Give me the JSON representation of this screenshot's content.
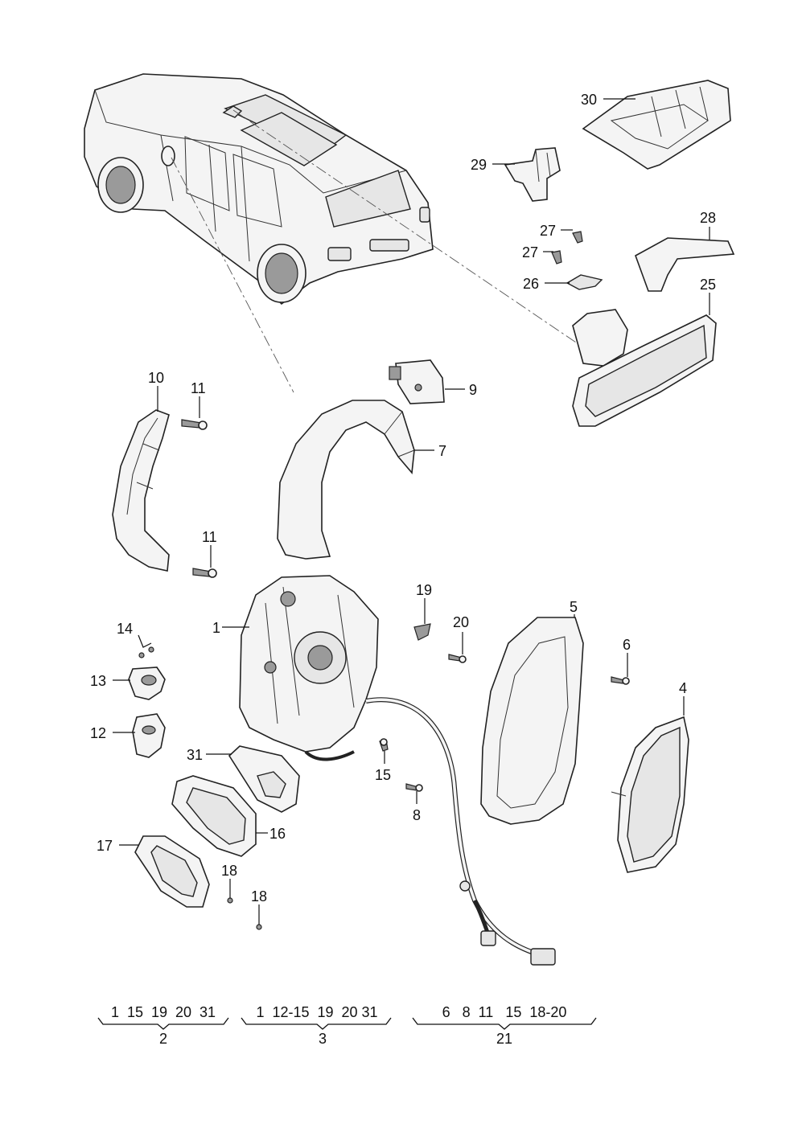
{
  "callouts": [
    {
      "id": "c30",
      "label": "30"
    },
    {
      "id": "c29",
      "label": "29"
    },
    {
      "id": "c28",
      "label": "28"
    },
    {
      "id": "c27a",
      "label": "27"
    },
    {
      "id": "c27b",
      "label": "27"
    },
    {
      "id": "c26",
      "label": "26"
    },
    {
      "id": "c25",
      "label": "25"
    },
    {
      "id": "c10",
      "label": "10"
    },
    {
      "id": "c11a",
      "label": "11"
    },
    {
      "id": "c11b",
      "label": "11"
    },
    {
      "id": "c9",
      "label": "9"
    },
    {
      "id": "c7",
      "label": "7"
    },
    {
      "id": "c1",
      "label": "1"
    },
    {
      "id": "c19",
      "label": "19"
    },
    {
      "id": "c20",
      "label": "20"
    },
    {
      "id": "c5",
      "label": "5"
    },
    {
      "id": "c6",
      "label": "6"
    },
    {
      "id": "c4",
      "label": "4"
    },
    {
      "id": "c14",
      "label": "14"
    },
    {
      "id": "c13",
      "label": "13"
    },
    {
      "id": "c12",
      "label": "12"
    },
    {
      "id": "c31",
      "label": "31"
    },
    {
      "id": "c15",
      "label": "15"
    },
    {
      "id": "c8",
      "label": "8"
    },
    {
      "id": "c16",
      "label": "16"
    },
    {
      "id": "c17",
      "label": "17"
    },
    {
      "id": "c18a",
      "label": "18"
    },
    {
      "id": "c18b",
      "label": "18"
    }
  ],
  "groups": [
    {
      "members": "1  15  19  20  31",
      "label": "2"
    },
    {
      "members": "1  12-15  19  20 31",
      "label": "3"
    },
    {
      "members": "6   8  11   15  18-20",
      "label": "21"
    }
  ]
}
